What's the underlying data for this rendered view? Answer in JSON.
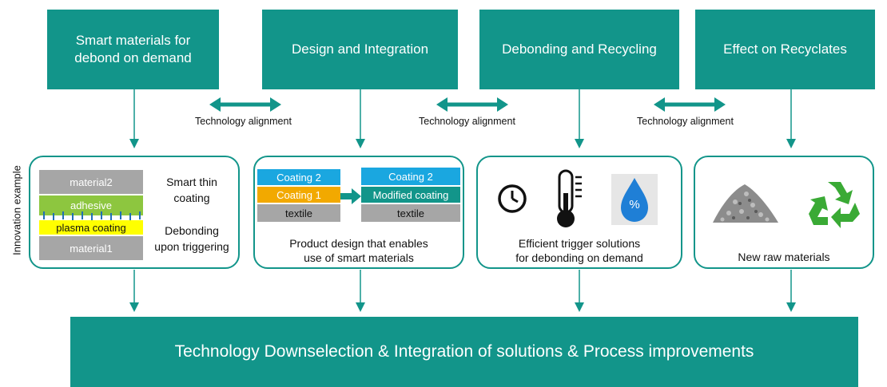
{
  "top_boxes": [
    {
      "line1": "Smart materials for",
      "line2": "debond on demand"
    },
    {
      "line1": "Design and Integration",
      "line2": ""
    },
    {
      "line1": "Debonding and Recycling",
      "line2": ""
    },
    {
      "line1": "Effect on Recyclates",
      "line2": ""
    }
  ],
  "alignment_label": "Technology alignment",
  "side_label": "Innovation example",
  "card1": {
    "layers": [
      "material2",
      "adhesive",
      "plasma coating",
      "material1"
    ],
    "text1": "Smart thin",
    "text2": "coating",
    "text3": "Debonding",
    "text4": "upon triggering"
  },
  "card2": {
    "left": [
      "Coating 2",
      "Coating 1",
      "textile"
    ],
    "right": [
      "Coating 2",
      "Modified coating",
      "textile"
    ],
    "caption1": "Product design that enables",
    "caption2": "use of smart materials"
  },
  "card3": {
    "icons": [
      "clock-icon",
      "thermometer-icon",
      "water-drop-percent-icon"
    ],
    "percent": "%",
    "caption1": "Efficient trigger solutions",
    "caption2": "for debonding on demand"
  },
  "card4": {
    "icons": [
      "granulate-pile-icon",
      "recycle-icon"
    ],
    "caption": "New raw materials"
  },
  "bottom_bar": "Technology Downselection & Integration of solutions & Process improvements",
  "colors": {
    "teal": "#12958a",
    "coating_blue": "#1aa7e0",
    "coating_orange": "#f2a900",
    "gray": "#a6a6a6",
    "adhesive_green": "#8dc63f",
    "plasma_yellow": "#ffff00"
  }
}
